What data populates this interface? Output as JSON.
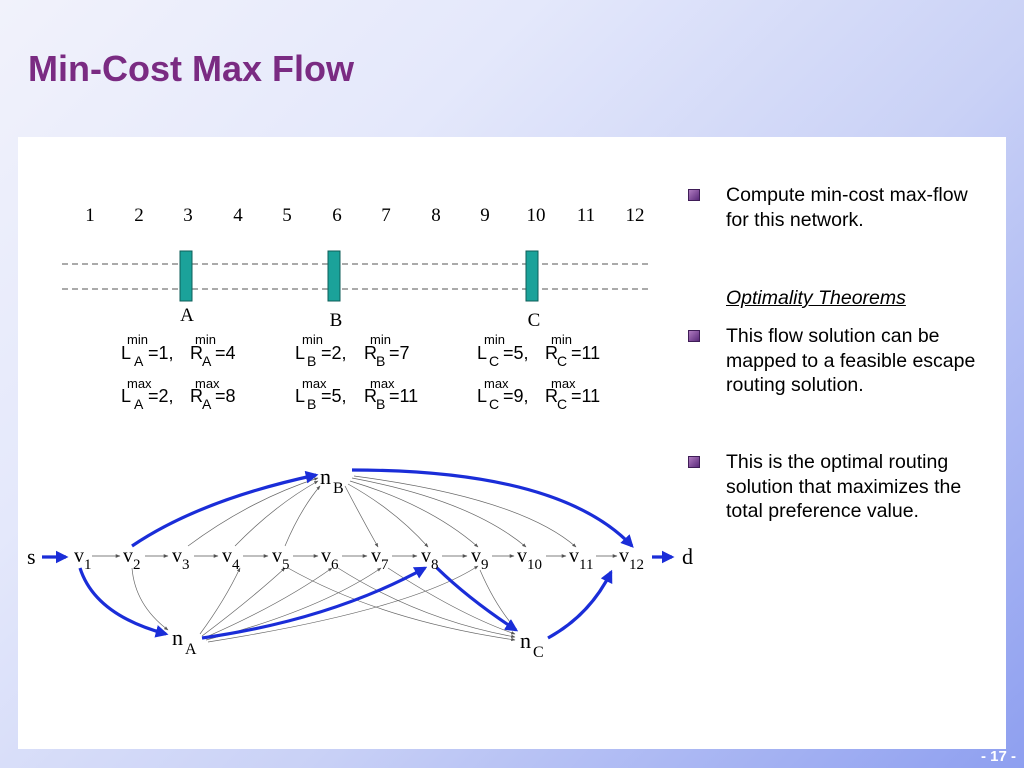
{
  "slide": {
    "title": "Min-Cost Max Flow",
    "page_number": "- 17 -"
  },
  "top": {
    "columns": [
      "1",
      "2",
      "3",
      "4",
      "5",
      "6",
      "7",
      "8",
      "9",
      "10",
      "11",
      "12"
    ],
    "components": [
      "A",
      "B",
      "C"
    ]
  },
  "constraints": {
    "min_sup": "min",
    "max_sup": "max",
    "L": "L",
    "R": "R",
    "A": {
      "lmin": "=1,",
      "rmin": "=4",
      "lmax": "=2,",
      "rmax": "=8"
    },
    "B": {
      "lmin": "=2,",
      "rmin": "=7",
      "lmax": "=5,",
      "rmax": "=11"
    },
    "C": {
      "lmin": "=5,",
      "rmin": "=11",
      "lmax": "=9,",
      "rmax": "=11"
    }
  },
  "network": {
    "source": "s",
    "sink": "d",
    "v": "v",
    "v_indices": [
      "1",
      "2",
      "3",
      "4",
      "5",
      "6",
      "7",
      "8",
      "9",
      "10",
      "11",
      "12"
    ],
    "n": "n",
    "n_indices": [
      "B",
      "A",
      "C"
    ]
  },
  "bullets": {
    "b1": "Compute min-cost max-flow for this network.",
    "subhead": "Optimality Theorems",
    "b2": "This flow solution can be mapped to a feasible escape routing solution.",
    "b3": "This is the optimal routing solution that maximizes the total preference value."
  },
  "colors": {
    "title": "#7a2b82",
    "bar": "#1ba29a",
    "flow": "#1a2dd8"
  }
}
